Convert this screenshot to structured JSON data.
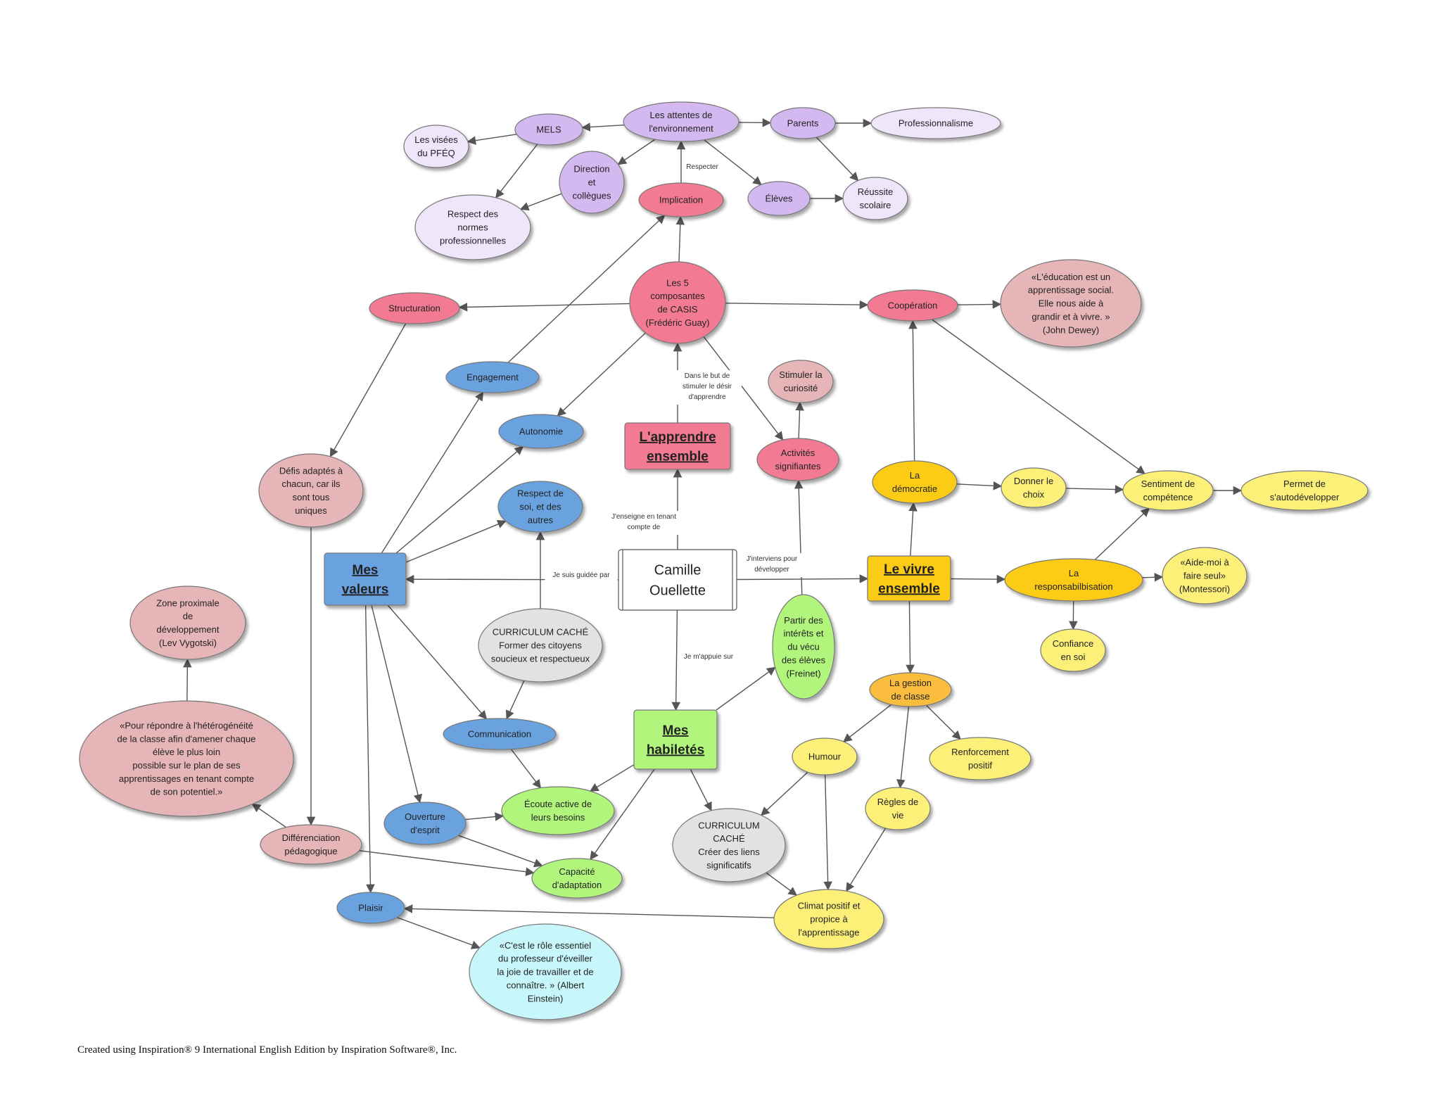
{
  "colors": {
    "purple": "#d4b8f0",
    "light_purple": "#efe6fb",
    "pink_red": "#f27a93",
    "rose": "#e6b5b8",
    "blue": "#6aa2e0",
    "green": "#b2f57c",
    "gray": "#e2e2e2",
    "yellow": "#fdf079",
    "gold": "#fccb14",
    "orange": "#fbbd3c",
    "cyan": "#c8f7fb",
    "white": "#ffffff"
  },
  "nodes": {
    "mels": "MELS",
    "attentes": "Les attentes de\nl'environnement",
    "parents": "Parents",
    "professionnalisme": "Professionnalisme",
    "visees": "Les visées\ndu PFÉQ",
    "direction": "Direction\net\ncollègues",
    "implication": "Implication",
    "eleves": "Élèves",
    "reussite": "Réussite\nscolaire",
    "respect_normes": "Respect des\nnormes\nprofessionnelles",
    "structuration": "Structuration",
    "casis": "Les 5\ncomposantes\nde CASIS\n(Frédéric Guay)",
    "cooperation": "Coopération",
    "dewey": "«L'éducation est un\napprentissage social.\nElle nous aide à\ngrandir et à vivre. »\n(John Dewey)",
    "engagement": "Engagement",
    "stimuler": "Stimuler la\ncuriosité",
    "autonomie": "Autonomie",
    "apprendre": "L'apprendre\nensemble",
    "activites": "Activités\nsignifiantes",
    "defis": "Défis adaptés à\nchacun, car ils\nsont tous\nuniques",
    "respect_soi": "Respect de\nsoi, et des\nautres",
    "democratie": "La\ndémocratie",
    "donner_choix": "Donner le\nchoix",
    "sentiment": "Sentiment de\ncompétence",
    "autodev": "Permet  de\ns'autodévelopper",
    "valeurs": "Mes\nvaleurs",
    "camille": "Camille\nOuellette",
    "vivre": "Le vivre\nensemble",
    "responsab": "La\nresponsabilbisation",
    "aide_moi": "«Aide-moi à\nfaire seul»\n(Montessori)",
    "zone": "Zone proximale\nde\ndéveloppement\n(Lev Vygotski)",
    "curriculum1": "CURRICULUM  CACHÉ\nFormer des  citoyens\nsoucieux et respectueux",
    "interets": "Partir des\nintérêts et\ndu vécu\ndes élèves\n(Freinet)",
    "confiance": "Confiance\nen soi",
    "gestion": "La gestion\nde classe",
    "heterogeneite": "«Pour répondre à l'hétérogénéité\nde la classe afin d'amener chaque\nélève le plus loin\npossible sur le plan de ses\napprentissages  en tenant compte\nde son potentiel.»",
    "communication": "Communication",
    "habiletes": "Mes\nhabiletés",
    "humour": "Humour",
    "renforcement": "Renforcement\npositif",
    "ecoute": "Écoute active de\nleurs  besoins",
    "regles": "Règles de\nvie",
    "ouverture": "Ouverture\nd'esprit",
    "curriculum2": "CURRICULUM\nCACHÉ\nCréer des liens\nsignificatifs",
    "differenciation": "Différenciation\npédagogique",
    "capacite": "Capacité\nd'adaptation",
    "plaisir": "Plaisir",
    "climat": "Climat positif et\npropice à\nl'apprentissage",
    "einstein": "«C'est le rôle essentiel\ndu professeur d'éveiller\nla joie de travailler et de\nconnaître. » (Albert\nEinstein)"
  },
  "edge_labels": {
    "respecter": "Respecter",
    "dans_le_but": "Dans le but de\nstimuler le désir\nd'apprendre",
    "enseigne": "J'enseigne en tenant\ncompte de",
    "guidee": "Je suis guidée par",
    "interviens": "J'interviens pour\ndévelopper",
    "appuie": "Je m'appuie sur"
  },
  "footer": "Created using Inspiration® 9 International English Edition by Inspiration Software®, Inc."
}
